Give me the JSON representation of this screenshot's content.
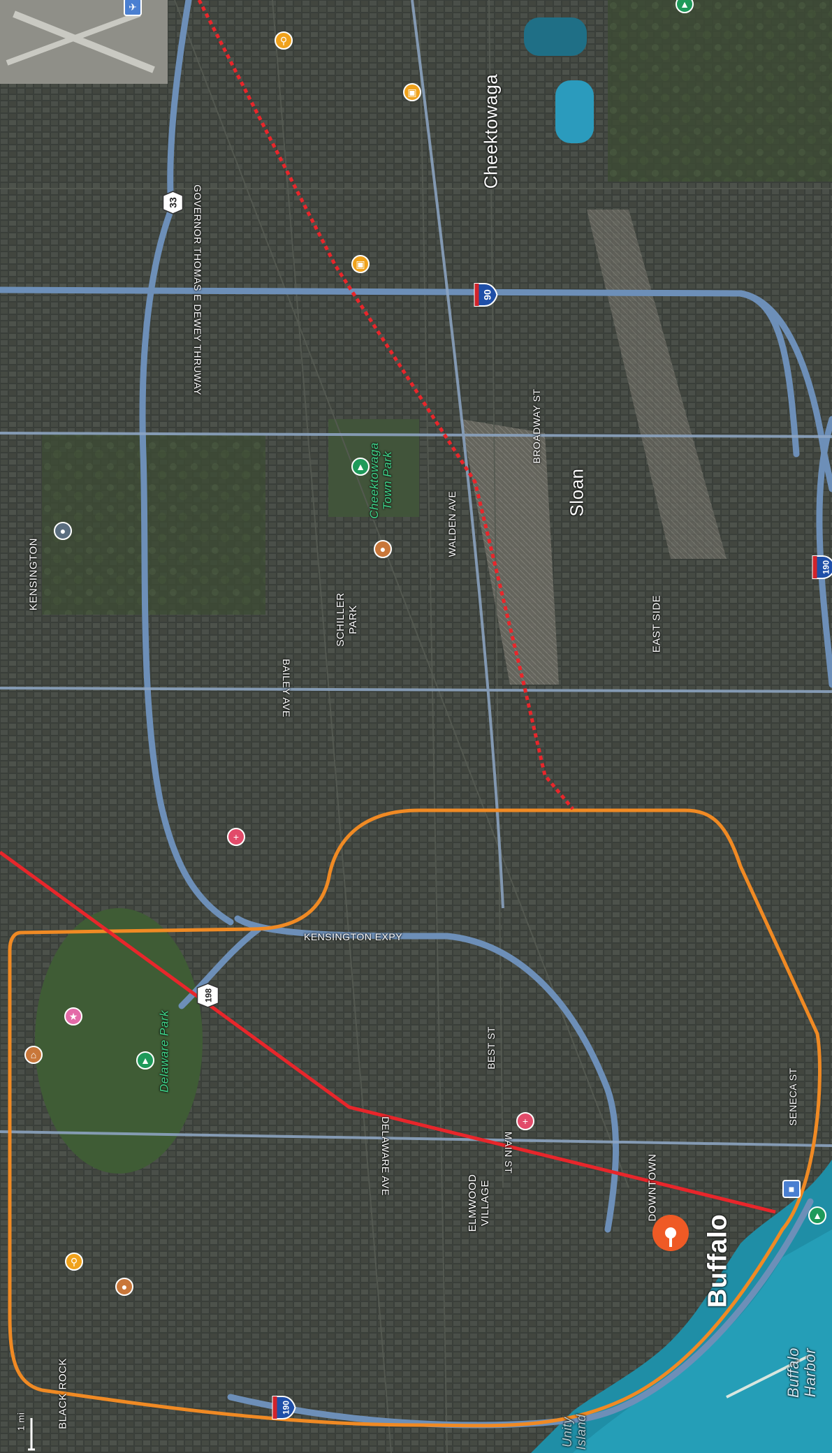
{
  "map": {
    "city_labels": {
      "buffalo": "Buffalo",
      "cheektowaga": "Cheektowaga",
      "sloan": "Sloan"
    },
    "neighborhoods": {
      "kensington": "KENSINGTON",
      "schiller_park": "SCHILLER\nPARK",
      "east_side": "EAST SIDE",
      "elmwood_village": "ELMWOOD\nVILLAGE",
      "downtown": "DOWNTOWN",
      "black_rock": "BLACK ROCK"
    },
    "roads": {
      "thruway": "GOVERNOR THOMAS E DEWEY THRUWAY",
      "kensington_expy": "KENSINGTON EXPY",
      "bailey_ave": "BAILEY AVE",
      "walden_ave": "WALDEN AVE",
      "broadway_st": "BROADWAY ST",
      "best_st": "BEST ST",
      "main_st": "MAIN ST",
      "delaware_ave": "DELAWARE AVE",
      "seneca_st": "SENECA ST"
    },
    "parks": {
      "cheektowaga_town_park": "Cheektowaga\nTown Park",
      "delaware_park": "Delaware Park"
    },
    "water": {
      "buffalo_harbor": "Buffalo\nHarbor",
      "unity_island": "Unity\nIsland"
    },
    "shields": {
      "i90": "90",
      "i190_east": "190",
      "i190_west": "190",
      "ny33": "33",
      "ny198": "198"
    },
    "scale": "1 mi",
    "colors": {
      "route_solid": "#e8262b",
      "route_dotted": "#e8262b",
      "boundary": "#f08a24",
      "highway": "#6d8fb8",
      "interstate_blue": "#1f4fa8",
      "interstate_red": "#d1232a",
      "water": "#1f8ea6",
      "poi_orange": "#f0a21c",
      "poi_green": "#1e9a5a",
      "poi_pink": "#e24b6a",
      "destination_pin": "#ef5a25"
    }
  }
}
